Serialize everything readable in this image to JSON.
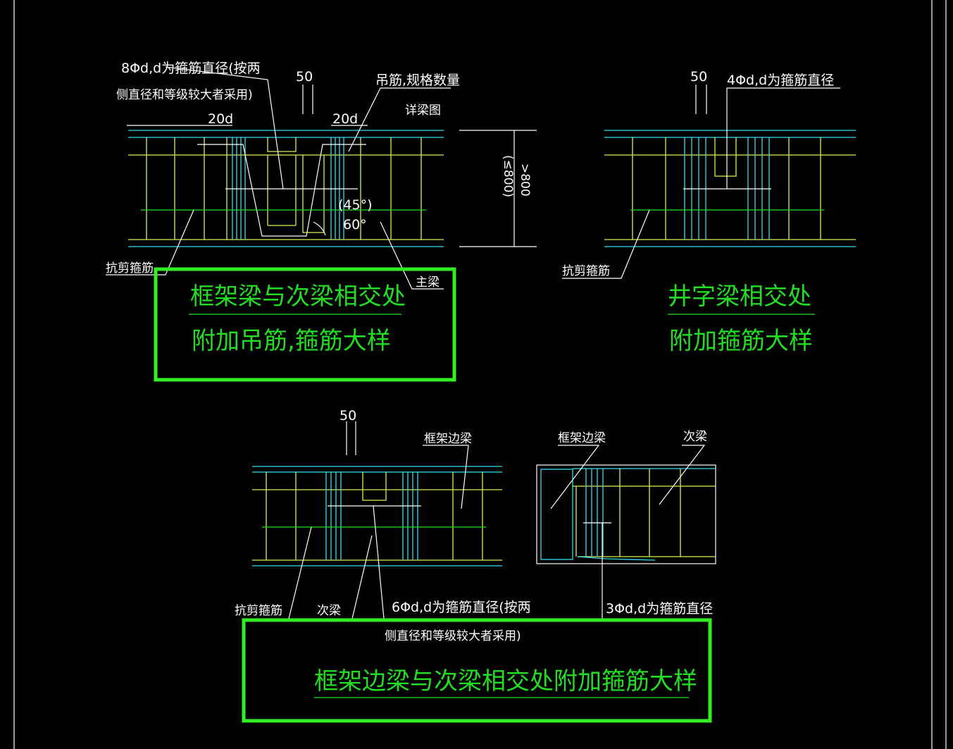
{
  "detail_a": {
    "note_line1": "8Φd,d为箍筋直径(按两",
    "note_line2": "侧直径和等级较大者采用)",
    "dim_50": "50",
    "dim_20d_left": "20d",
    "dim_20d_right": "20d",
    "hanger_label": "吊筋,规格数量",
    "hanger_sub": "详梁图",
    "angle_45": "(45°)",
    "angle_60": "60°",
    "height_800_le": "(≤800)",
    "height_800_gt": ">800",
    "shear_label": "抗剪箍筋",
    "main_beam": "主梁",
    "title_line1": "框架梁与次梁相交处",
    "title_line2": "附加吊筋,箍筋大样"
  },
  "detail_b": {
    "dim_50": "50",
    "note": "4Φd,d为箍筋直径",
    "shear_label": "抗剪箍筋",
    "title_line1": "井字梁相交处",
    "title_line2": "附加箍筋大样"
  },
  "detail_c": {
    "dim_50": "50",
    "edge_beam": "框架边梁",
    "shear_label": "抗剪箍筋",
    "secondary": "次梁",
    "note_line1": "6Φd,d为箍筋直径(按两",
    "note_line2": "侧直径和等级较大者采用)",
    "title": "框架边梁与次梁相交处附加箍筋大样"
  },
  "detail_d": {
    "edge_beam": "框架边梁",
    "secondary": "次梁",
    "note": "3Φd,d为箍筋直径"
  },
  "colors": {
    "background": "#000000",
    "title_green": "#22dd22",
    "highlight_box": "#33ee22",
    "cyan": "#33ddee",
    "yellow": "#ddee55"
  }
}
